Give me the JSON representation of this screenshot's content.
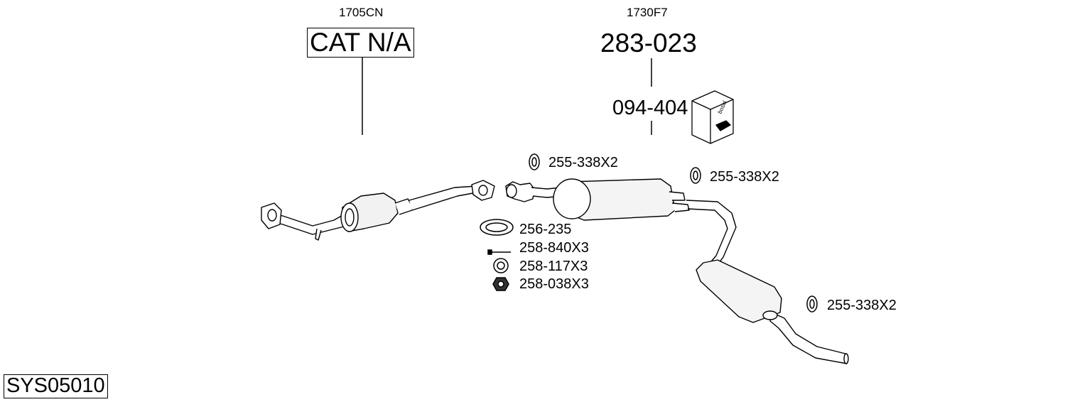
{
  "assemblies": [
    {
      "code": "1705CN",
      "part": "CAT N/A"
    },
    {
      "code": "1730F7",
      "part": "283-023"
    }
  ],
  "box_part": "094-404",
  "box_brand": "bosal",
  "accessories": [
    {
      "label": "255-338X2",
      "icon": "gasket-ring-icon"
    },
    {
      "label": "255-338X2",
      "icon": "gasket-ring-icon"
    },
    {
      "label": "255-338X2",
      "icon": "gasket-ring-icon"
    },
    {
      "label": "256-235",
      "icon": "flange-gasket-icon"
    },
    {
      "label": "258-840X3",
      "icon": "bolt-icon"
    },
    {
      "label": "258-117X3",
      "icon": "washer-icon"
    },
    {
      "label": "258-038X3",
      "icon": "nut-icon"
    }
  ],
  "system_code": "SYS05010"
}
